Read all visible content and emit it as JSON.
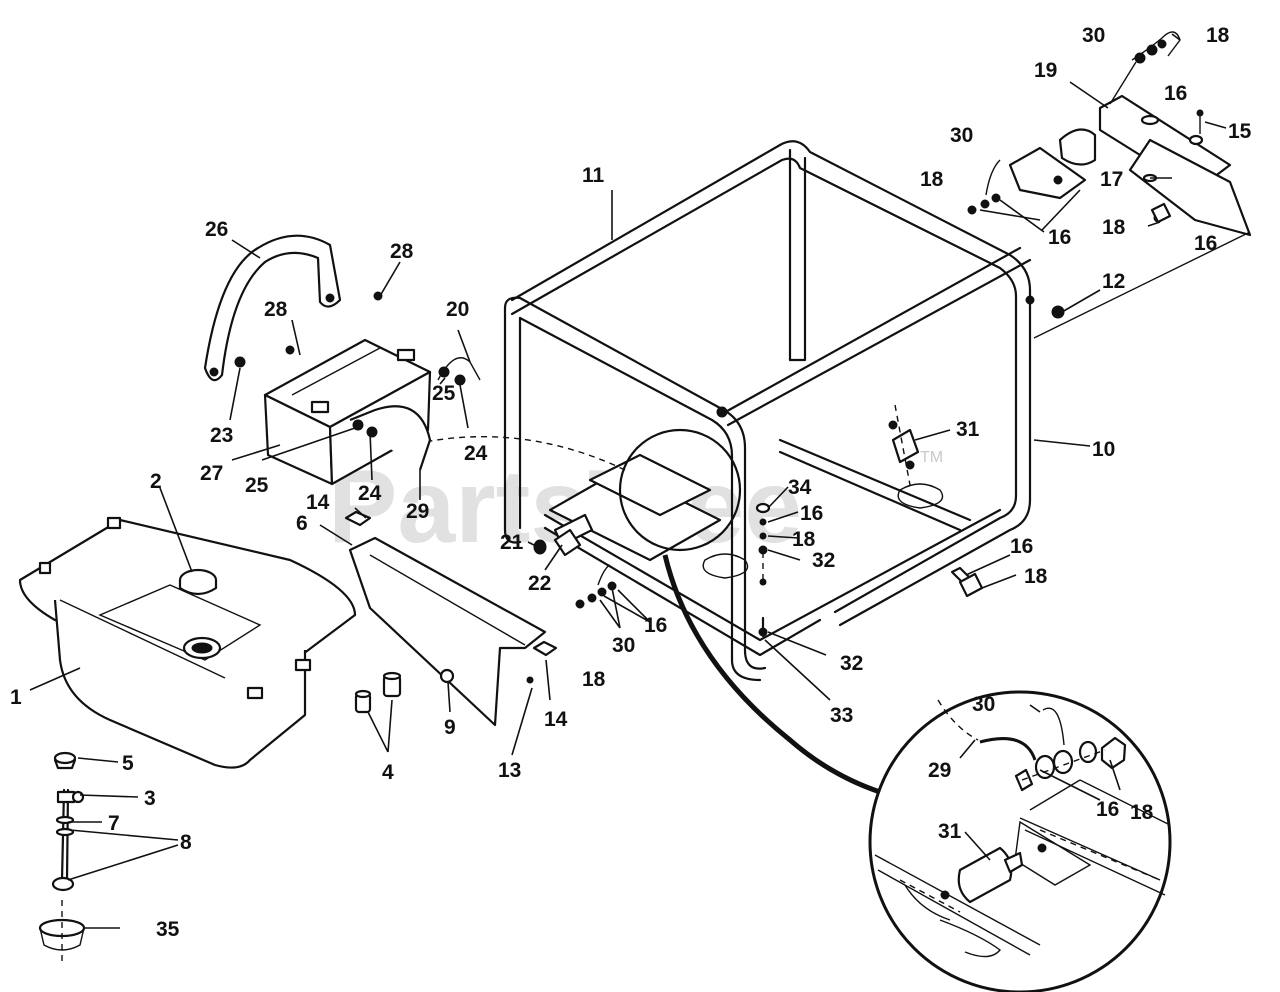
{
  "watermark": {
    "text": "PartsTree",
    "trademark": "TM"
  },
  "labels": [
    {
      "id": "1",
      "text": "1"
    },
    {
      "id": "2",
      "text": "2"
    },
    {
      "id": "3",
      "text": "3"
    },
    {
      "id": "4",
      "text": "4"
    },
    {
      "id": "5",
      "text": "5"
    },
    {
      "id": "6",
      "text": "6"
    },
    {
      "id": "7",
      "text": "7"
    },
    {
      "id": "8",
      "text": "8"
    },
    {
      "id": "9",
      "text": "9"
    },
    {
      "id": "10",
      "text": "10"
    },
    {
      "id": "11",
      "text": "11"
    },
    {
      "id": "12",
      "text": "12"
    },
    {
      "id": "13",
      "text": "13"
    },
    {
      "id": "14",
      "text": "14"
    },
    {
      "id": "15",
      "text": "15"
    },
    {
      "id": "16",
      "text": "16"
    },
    {
      "id": "17",
      "text": "17"
    },
    {
      "id": "18",
      "text": "18"
    },
    {
      "id": "19",
      "text": "19"
    },
    {
      "id": "20",
      "text": "20"
    },
    {
      "id": "21",
      "text": "21"
    },
    {
      "id": "22",
      "text": "22"
    },
    {
      "id": "23",
      "text": "23"
    },
    {
      "id": "24",
      "text": "24"
    },
    {
      "id": "25",
      "text": "25"
    },
    {
      "id": "26",
      "text": "26"
    },
    {
      "id": "27",
      "text": "27"
    },
    {
      "id": "28",
      "text": "28"
    },
    {
      "id": "29",
      "text": "29"
    },
    {
      "id": "30",
      "text": "30"
    },
    {
      "id": "31",
      "text": "31"
    },
    {
      "id": "32",
      "text": "32"
    },
    {
      "id": "33",
      "text": "33"
    },
    {
      "id": "34",
      "text": "34"
    },
    {
      "id": "35",
      "text": "35"
    }
  ]
}
